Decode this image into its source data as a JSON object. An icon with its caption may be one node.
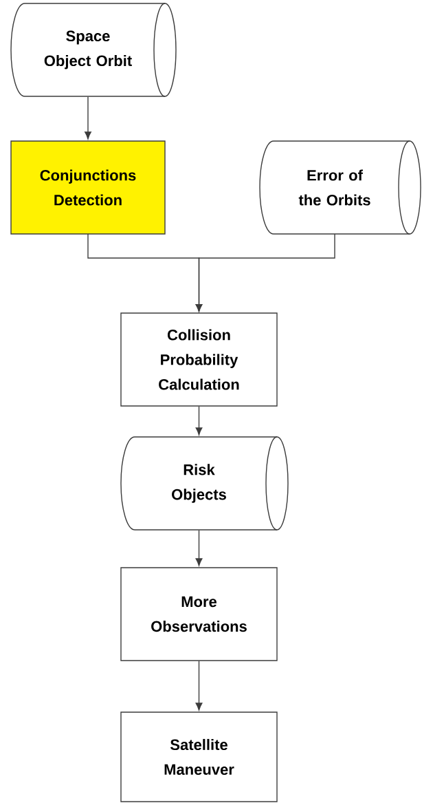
{
  "diagram": {
    "nodes": [
      {
        "text": [
          "Space Object Orbit"
        ]
      },
      {
        "text": [
          "Conjunctions Detection"
        ]
      },
      {
        "text": [
          "Error of the Orbits"
        ]
      },
      {
        "text": [
          "Collision Probability Calculation"
        ]
      },
      {
        "text": [
          "Risk Objects"
        ]
      },
      {
        "text": [
          "More Observations"
        ]
      },
      {
        "text": [
          "Satellite Maneuver"
        ]
      }
    ],
    "edges": [
      {
        "from": 0,
        "to": 1,
        "arrow": "to"
      },
      {
        "from": 1,
        "to": 3,
        "arrow": "to"
      },
      {
        "from": 2,
        "to": 3,
        "arrow": "to"
      },
      {
        "from": 3,
        "to": 4,
        "arrow": "to"
      },
      {
        "from": 4,
        "to": 5,
        "arrow": "to"
      },
      {
        "from": 5,
        "to": 6,
        "arrow": "to"
      }
    ]
  }
}
